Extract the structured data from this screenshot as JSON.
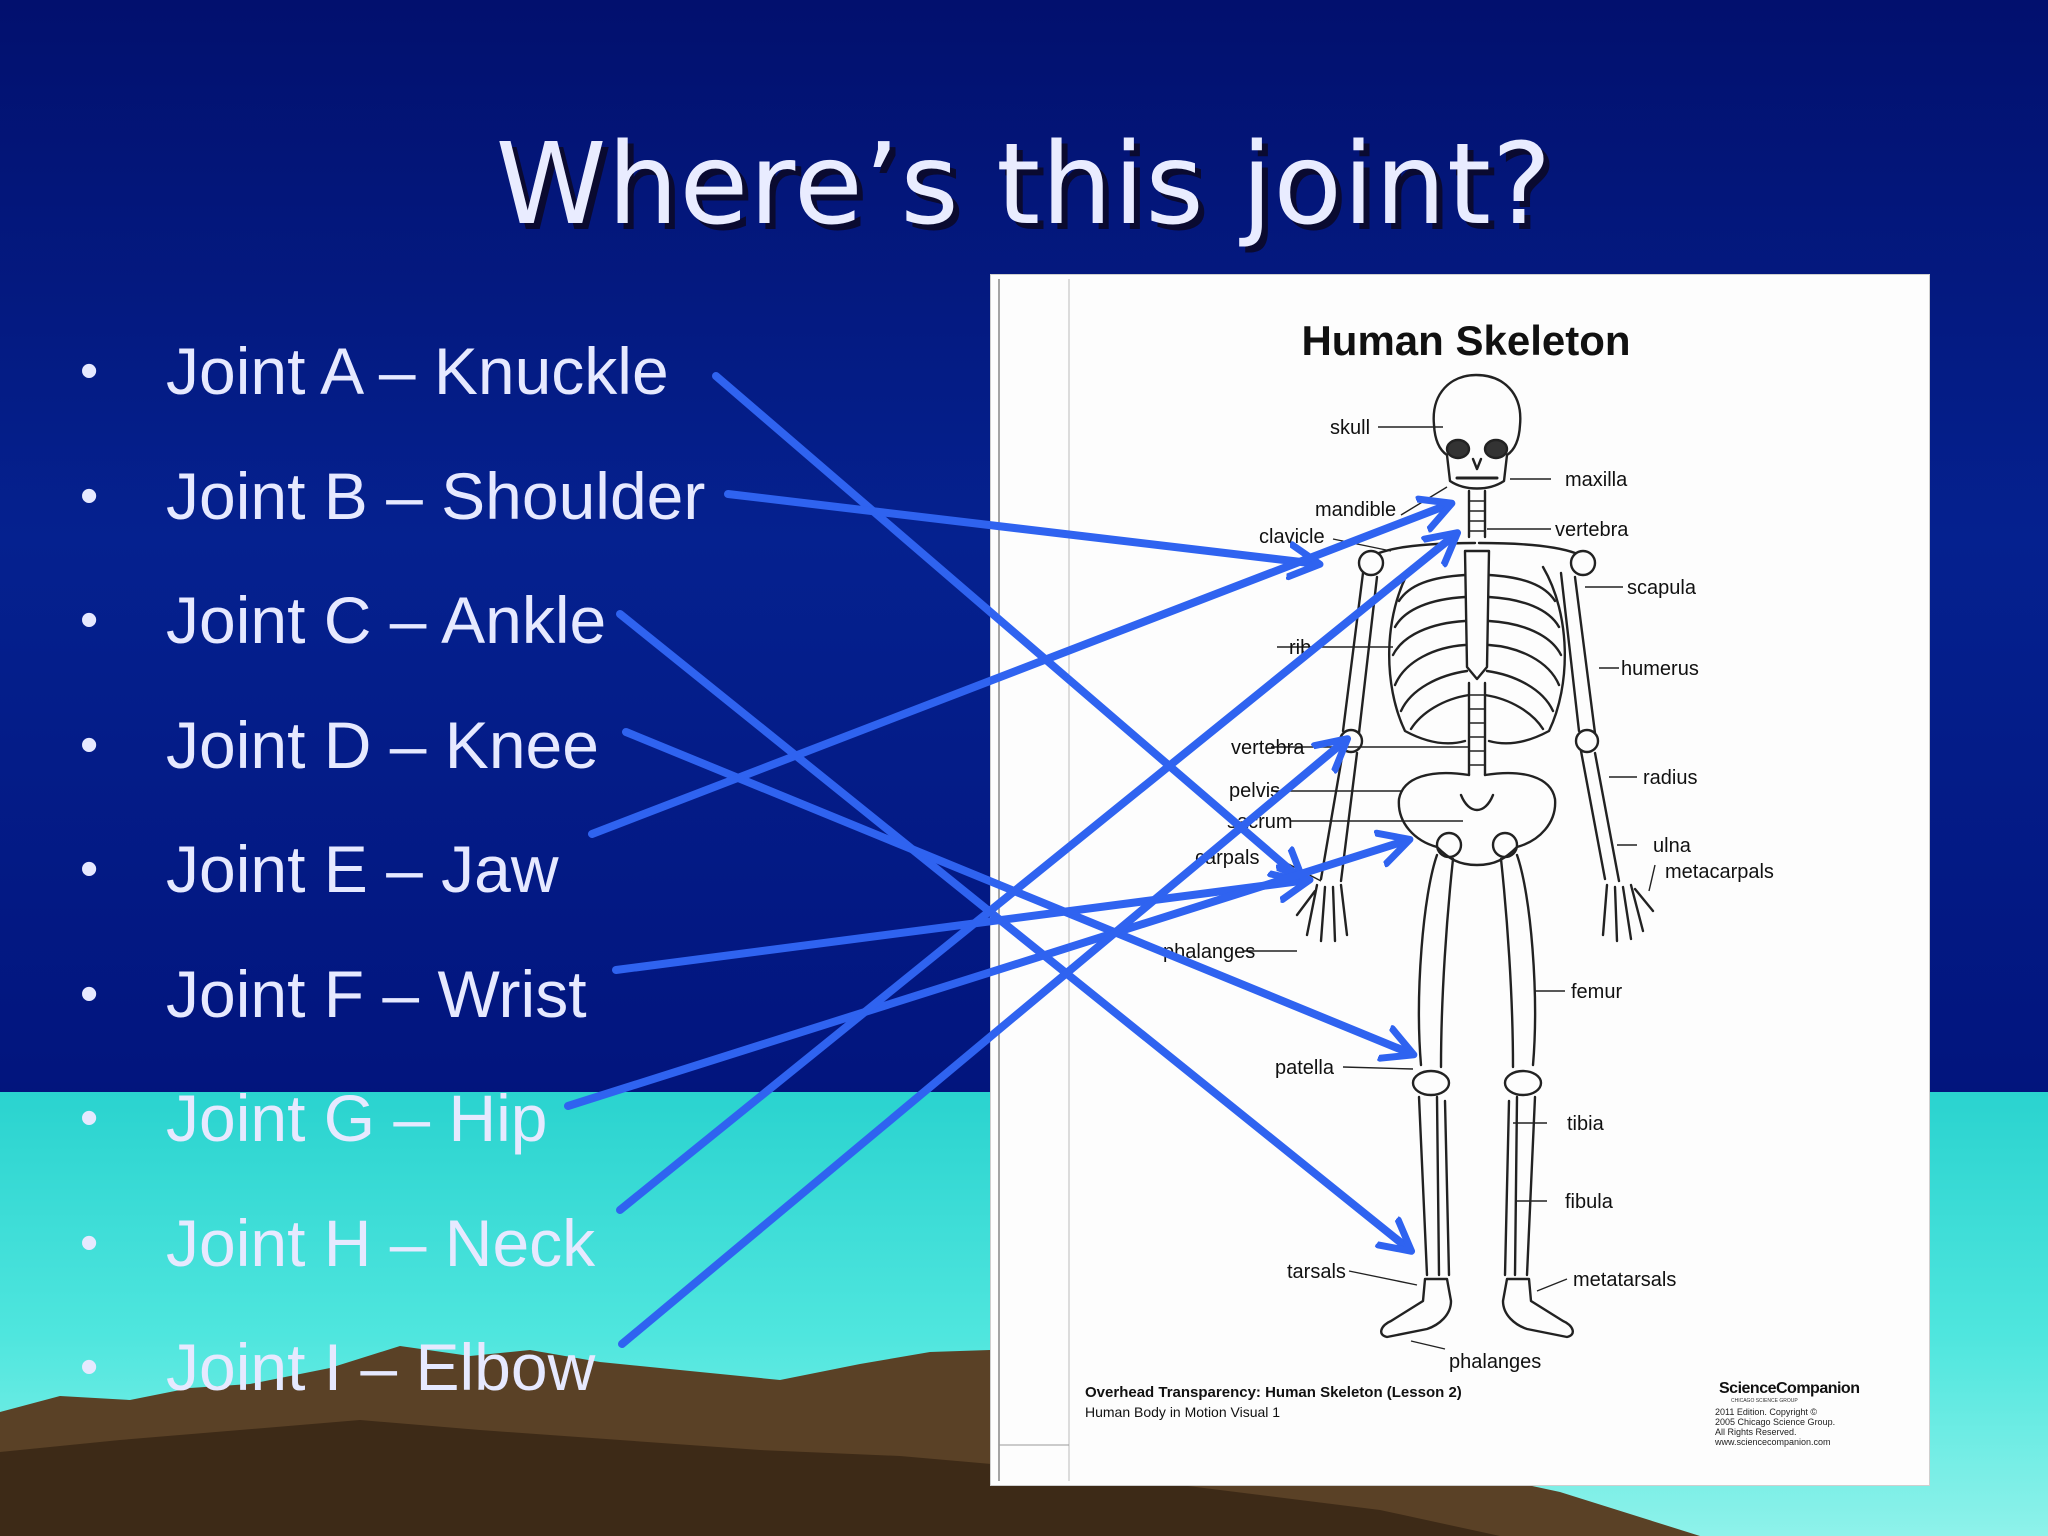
{
  "slide": {
    "title": "Where’s this joint?",
    "bullets": [
      {
        "bullet": "•",
        "text": "Joint A – Knuckle"
      },
      {
        "bullet": "•",
        "text": "Joint B – Shoulder"
      },
      {
        "bullet": "•",
        "text": "Joint C – Ankle"
      },
      {
        "bullet": "•",
        "text": "Joint D – Knee"
      },
      {
        "bullet": "•",
        "text": "Joint E – Jaw"
      },
      {
        "bullet": "•",
        "text": "Joint F – Wrist"
      },
      {
        "bullet": "•",
        "text": "Joint G – Hip"
      },
      {
        "bullet": "•",
        "text": "Joint H – Neck"
      },
      {
        "bullet": "•",
        "text": "Joint I – Elbow"
      }
    ]
  },
  "card": {
    "title": "Human Skeleton",
    "labels": {
      "skull": "skull",
      "maxilla": "maxilla",
      "mandible": "mandible",
      "vertebra_neck": "vertebra",
      "clavicle": "clavicle",
      "scapula": "scapula",
      "rib": "rib",
      "humerus": "humerus",
      "vertebra_back": "vertebra",
      "radius": "radius",
      "pelvis": "pelvis",
      "sacrum": "sacrum",
      "ulna": "ulna",
      "carpals": "carpals",
      "metacarpals": "metacarpals",
      "phalanges_hand": "phalanges",
      "femur": "femur",
      "patella": "patella",
      "tibia": "tibia",
      "fibula": "fibula",
      "tarsals": "tarsals",
      "metatarsals": "metatarsals",
      "phalanges_foot": "phalanges"
    },
    "footer_title": "Overhead Transparency: Human Skeleton (Lesson 2)",
    "footer_subtitle": "Human Body in Motion Visual 1",
    "brand": "ScienceCompanion",
    "brand_tag": "CHICAGO SCIENCE GROUP",
    "copyright": [
      "2011 Edition. Copyright ©",
      "2005 Chicago Science Group.",
      "All Rights Reserved.",
      "www.sciencecompanion.com"
    ]
  },
  "colors": {
    "arrow": "#2f63f0",
    "background_top": "#02106e",
    "sea": "#2ad3cf",
    "text": "#e6e9ff"
  }
}
